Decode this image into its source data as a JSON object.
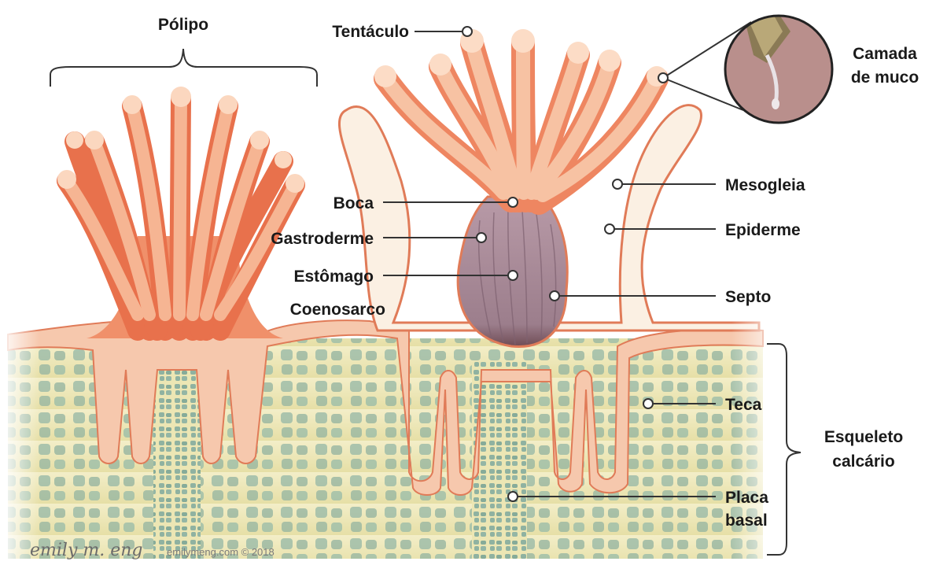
{
  "labels": {
    "polipo": "Pólipo",
    "tentaculo": "Tentáculo",
    "camada_line1": "Camada",
    "camada_line2": "de muco",
    "mesogleia": "Mesogleia",
    "epiderme": "Epiderme",
    "boca": "Boca",
    "gastroderme": "Gastroderme",
    "estomago": "Estômago",
    "septo": "Septo",
    "coenosarco": "Coenosarco",
    "teca": "Teca",
    "esqueleto_line1": "Esqueleto",
    "esqueleto_line2": "calcário",
    "placa_line1": "Placa",
    "placa_line2": "basal"
  },
  "credits": {
    "signature": "emily m. eng",
    "site": "emilymeng.com © 2018"
  },
  "colors": {
    "tissue": "#f3a37f",
    "tissue_dark": "#d9603e",
    "inner": "#fbf3e6",
    "stomach": "#a98a98",
    "skeleton": "#efe8b8",
    "skeleton_block": "#8fb3a2",
    "zoom_bg": "#b98f8c"
  }
}
